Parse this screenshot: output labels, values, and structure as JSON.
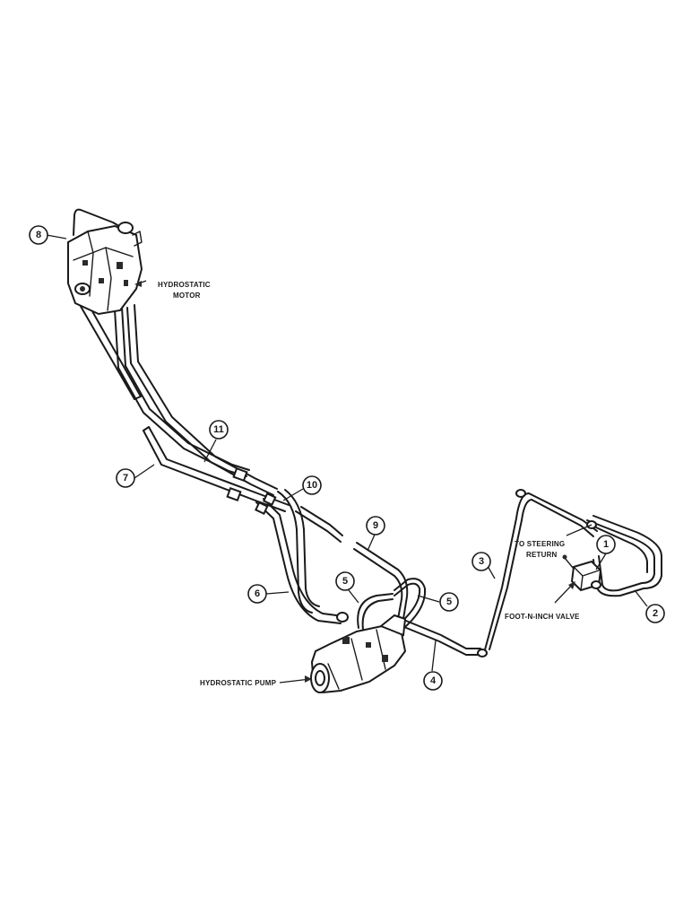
{
  "labels": {
    "hydrostatic_motor_line1": "HYDROSTATIC",
    "hydrostatic_motor_line2": "MOTOR",
    "hydrostatic_pump": "HYDROSTATIC PUMP",
    "to_steering_return_line1": "TO STEERING",
    "to_steering_return_line2": "RETURN",
    "foot_n_inch_valve": "FOOT-N-INCH VALVE"
  },
  "callouts": {
    "c1": "1",
    "c2": "2",
    "c3": "3",
    "c4": "4",
    "c5a": "5",
    "c5b": "5",
    "c6": "6",
    "c7": "7",
    "c8": "8",
    "c9": "9",
    "c10": "10",
    "c11": "11"
  }
}
